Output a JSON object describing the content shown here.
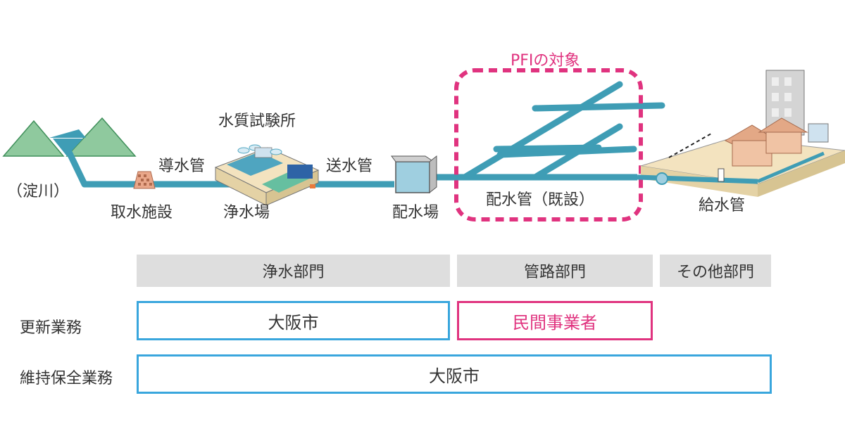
{
  "diagram": {
    "pfi_label": "PFIの対象",
    "labels": {
      "river": "（淀川）",
      "intake": "取水施設",
      "conduit": "導水管",
      "lab": "水質試験所",
      "purification": "浄水場",
      "transmission": "送水管",
      "distribution_plant": "配水場",
      "distribution_pipe": "配水管（既設）",
      "service_pipe": "給水管"
    }
  },
  "table": {
    "departments": [
      "浄水部門",
      "管路部門",
      "その他部門"
    ],
    "rows": [
      {
        "label": "更新業務",
        "cells": [
          "大阪市",
          "民間事業者"
        ]
      },
      {
        "label": "維持保全業務",
        "cells": [
          "大阪市"
        ]
      }
    ]
  },
  "colors": {
    "pipe": "#3f9db5",
    "pfi": "#e0337f",
    "border_blue": "#39a6dd",
    "dept_bg": "#dedede"
  }
}
